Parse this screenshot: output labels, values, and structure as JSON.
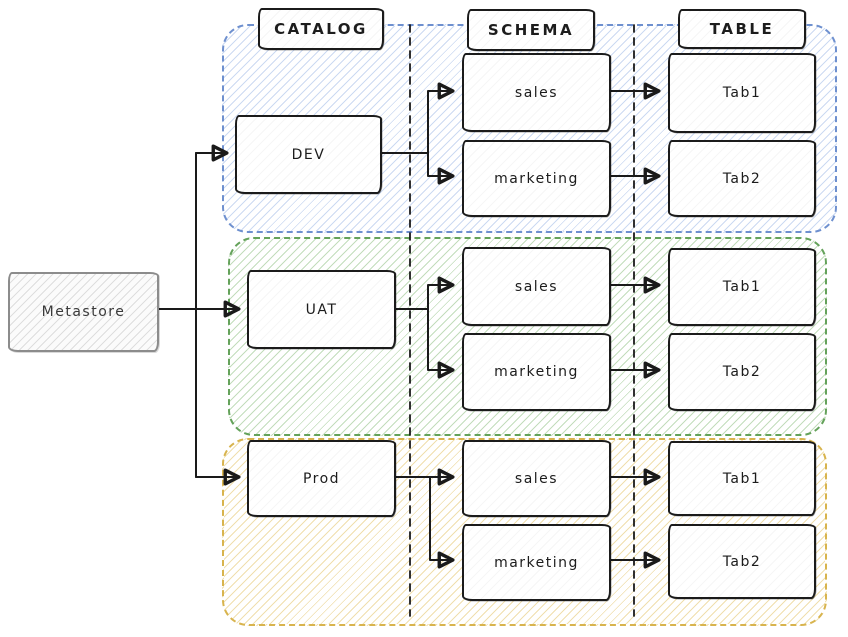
{
  "columns": {
    "catalog": "CATALOG",
    "schema": "SCHEMA",
    "table": "TABLE"
  },
  "metastore": {
    "label": "Metastore"
  },
  "groups": [
    {
      "id": "dev",
      "catalog": "DEV",
      "schemas": [
        "sales",
        "marketing"
      ],
      "tables": [
        "Tab1",
        "Tab2"
      ],
      "accent_color": "#6e90cf",
      "hatch_color": "#ccdaf2"
    },
    {
      "id": "uat",
      "catalog": "UAT",
      "schemas": [
        "sales",
        "marketing"
      ],
      "tables": [
        "Tab1",
        "Tab2"
      ],
      "accent_color": "#64a25a",
      "hatch_color": "#c3ddbc"
    },
    {
      "id": "prod",
      "catalog": "Prod",
      "schemas": [
        "sales",
        "marketing"
      ],
      "tables": [
        "Tab1",
        "Tab2"
      ],
      "accent_color": "#d8b44e",
      "hatch_color": "#f0dfae"
    }
  ],
  "colors": {
    "line": "#1a1a1a",
    "node_border": "#1b1b1b",
    "metastore_border": "#8c8c8c",
    "metastore_hatch": "#dedede"
  }
}
